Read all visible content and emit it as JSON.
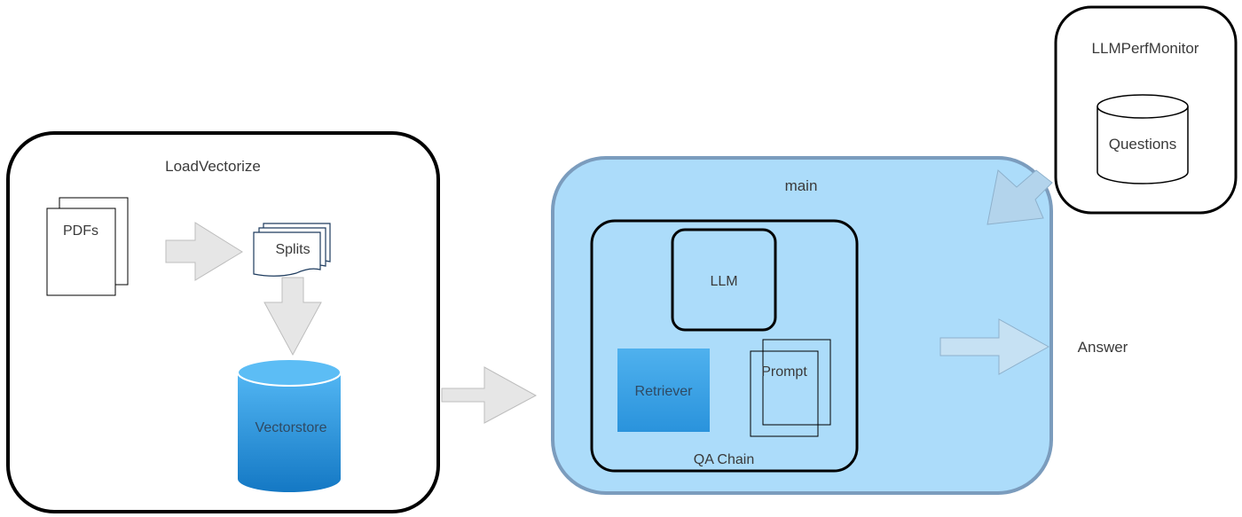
{
  "diagram": {
    "load_vectorize": {
      "title": "LoadVectorize",
      "pdfs_label": "PDFs",
      "splits_label": "Splits",
      "vectorstore_label": "Vectorstore"
    },
    "main": {
      "title": "main",
      "qa_chain_label": "QA Chain",
      "llm_label": "LLM",
      "retriever_label": "Retriever",
      "prompt_label": "Prompt"
    },
    "monitor": {
      "title": "LLMPerfMonitor",
      "questions_label": "Questions"
    },
    "answer_label": "Answer"
  },
  "colors": {
    "main_fill": "#acdcfa",
    "main_stroke": "#7b9cbd",
    "arrow_gray": "#e6e6e6",
    "arrow_stroke": "#bdbdbd",
    "vectorstore_top": "#4eb3f1",
    "vectorstore_bottom": "#1579c6",
    "retriever_fill": "#3ea3e6",
    "text_dark": "#3a3a3a"
  }
}
